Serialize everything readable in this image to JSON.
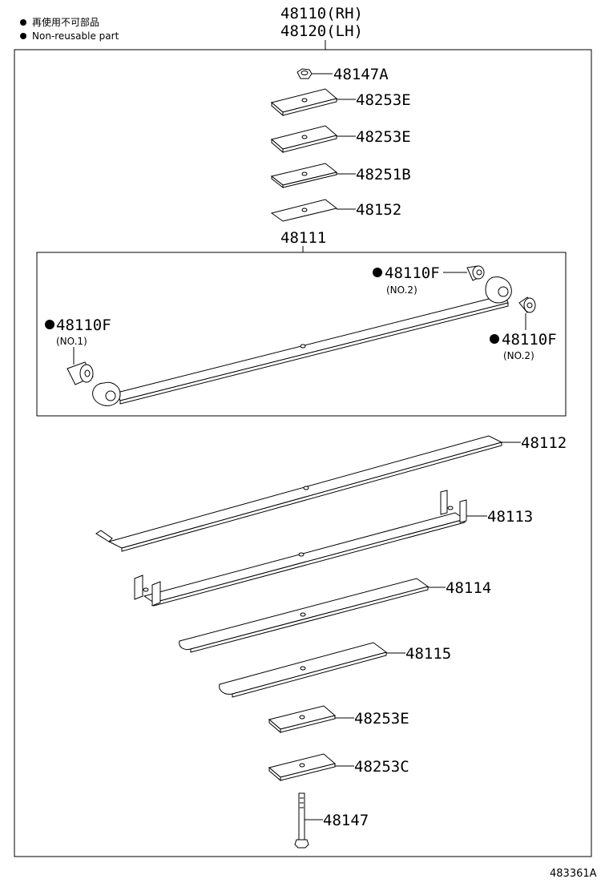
{
  "legend": {
    "line1": "再使用不可部品",
    "line2": "Non-reusable part"
  },
  "assembly": {
    "rh": "48110(RH)",
    "lh": "48120(LH)"
  },
  "parts": {
    "nut": "48147A",
    "plate_top1": "48253E",
    "plate_top2": "48253E",
    "plate_top3": "48251B",
    "plate_top4": "48152",
    "main_leaf": "48111",
    "bush_top": "48110F",
    "bush_top_no": "(NO.2)",
    "bush_left": "48110F",
    "bush_left_no": "(NO.1)",
    "bush_right": "48110F",
    "bush_right_no": "(NO.2)",
    "leaf2": "48112",
    "leaf3": "48113",
    "leaf4": "48114",
    "leaf5": "48115",
    "plate_bot1": "48253E",
    "plate_bot2": "48253C",
    "center_bolt": "48147"
  },
  "doc_code": "483361A"
}
